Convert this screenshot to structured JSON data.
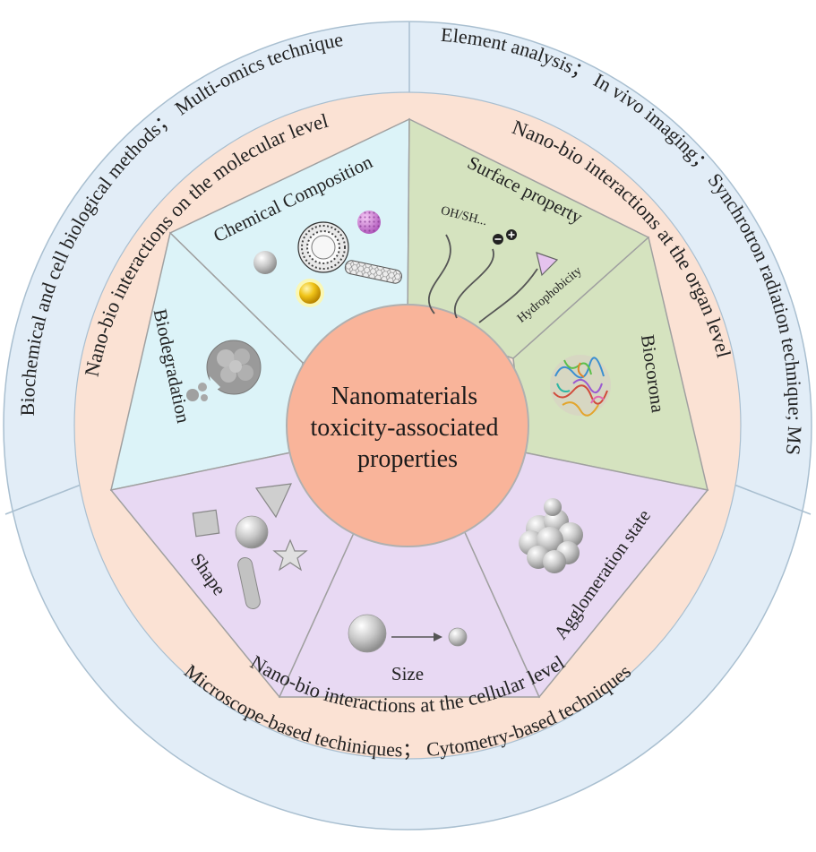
{
  "center": {
    "lines": [
      "Nanomaterials",
      "toxicity-associated",
      "properties"
    ]
  },
  "properties": {
    "chemical_composition": "Chemical Composition",
    "surface_property": "Surface property",
    "biocorona": "Biocorona",
    "agglomeration_state": "Agglomeration state",
    "size": "Size",
    "shape": "Shape",
    "biodegradation": "Biodegradation",
    "surface_groups": "OH/SH...",
    "hydrophobicity": "Hydrophobicity"
  },
  "interaction_levels": {
    "molecular": "Nano-bio interactions on the molecular level",
    "organ": "Nano-bio interactions at the organ level",
    "cellular": "Nano-bio interactions at the cellular level"
  },
  "techniques": {
    "molecular": "Biochemical and cell biological methods； Multi-omics technique",
    "organ": "Element analysis； In vivo imaging； Synchrotron radiation technique; MS",
    "cellular": "Microscope-based techiniques； Cytometry-based techniques"
  },
  "colors": {
    "outer_ring": "#e2edf7",
    "middle_ring": "#fbe2d4",
    "chemical_sector": "#dcf3f8",
    "surface_sector": "#d5e3bf",
    "cellular_sector": "#e8d9f3",
    "center_fill": "#f9b49a",
    "ring_stroke": "#a9bfd0"
  }
}
